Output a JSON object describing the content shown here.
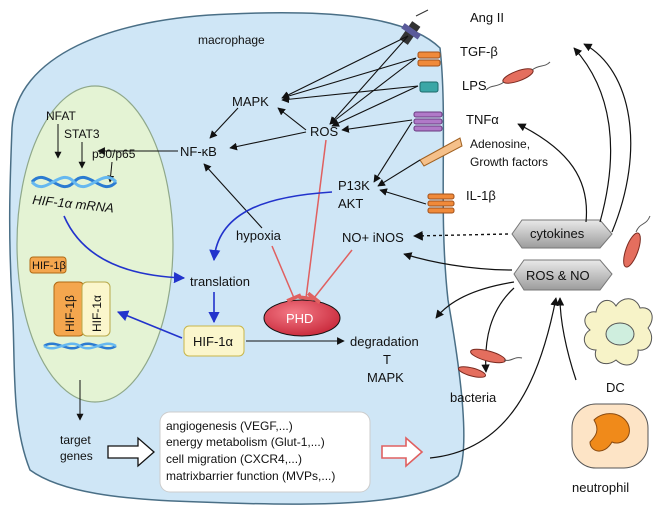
{
  "cell": {
    "label": "macrophage"
  },
  "nucleus_factors": {
    "nfat": "NFAT",
    "stat3": "STAT3",
    "p50p65": "p50/p65",
    "mrna": "HIF-1α mRNA",
    "hif1b_small": "HIF-1β",
    "hif1b": "HIF-1β",
    "hif1a": "HIF-1α"
  },
  "signaling": {
    "mapk": "MAPK",
    "nfkb": "NF-κB",
    "ros": "ROS",
    "pi3k": "P13K",
    "akt": "AKT",
    "hypoxia": "hypoxia",
    "no_inos": "NO+ iNOS",
    "translation": "translation",
    "hif1a_box": "HIF-1α",
    "phd": "PHD",
    "degradation": "degradation",
    "degradation_t": "T",
    "degradation_mapk": "MAPK"
  },
  "receptors": {
    "ang2": "Ang II",
    "tgfb": "TGF-β",
    "lps": "LPS",
    "tnfa": "TNFα",
    "adenosine": "Adenosine,",
    "growth": "Growth factors",
    "il1b": "IL-1β"
  },
  "outputs": {
    "target1": "target",
    "target2": "genes",
    "functions": [
      "angiogenesis (VEGF,...)",
      "energy metabolism (Glut-1,...)",
      "cell migration (CXCR4,...)",
      "matrixbarrier function (MVPs,...)"
    ]
  },
  "external": {
    "cytokines": "cytokines",
    "ros_no": "ROS & NO",
    "bacteria": "bacteria",
    "dc": "DC",
    "neutrophil": "neutrophil"
  },
  "colors": {
    "cell_fill": "#cfe6f6",
    "cell_stroke": "#4a6f86",
    "nucleus_fill": "#e4f3d4",
    "phd_fill": "#d9384a",
    "hif_box_fill": "#fbf6cc",
    "hif_beta_fill": "#f4a64e",
    "inhibit": "#e06060",
    "blue_arrow": "#2233cc"
  }
}
